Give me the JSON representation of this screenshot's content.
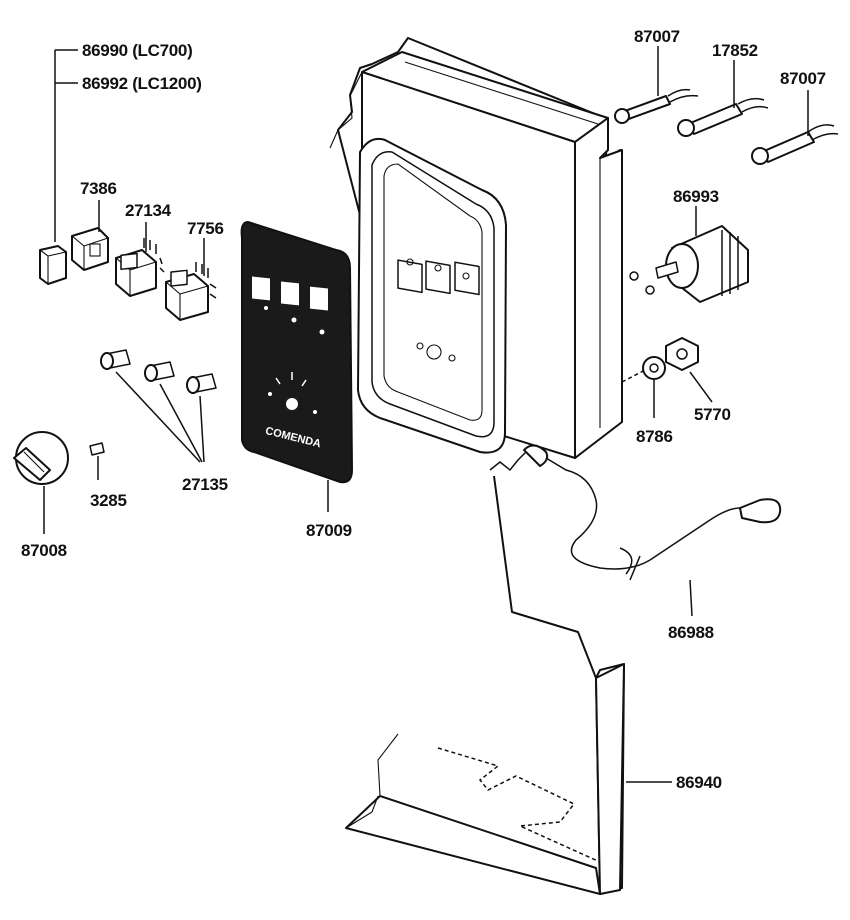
{
  "parts": {
    "p86990": "86990 (LC700)",
    "p86992": "86992 (LC1200)",
    "p7386": "7386",
    "p27134": "27134",
    "p7756": "7756",
    "p27135": "27135",
    "p3285": "3285",
    "p87008": "87008",
    "p87009": "87009",
    "p87007a": "87007",
    "p17852": "17852",
    "p87007b": "87007",
    "p86993": "86993",
    "p8786": "8786",
    "p5770": "5770",
    "p86988": "86988",
    "p86940": "86940"
  },
  "panel": {
    "brand": "COMENDA"
  }
}
